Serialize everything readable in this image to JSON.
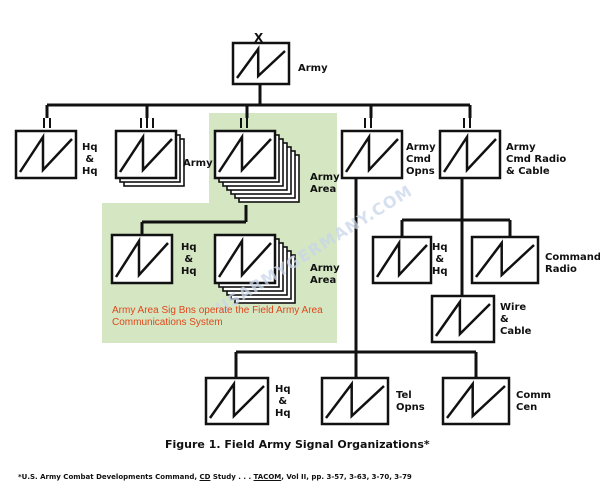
{
  "top_marker": "X",
  "nodes": {
    "army": "Army",
    "hq_hq_1": "Hq\n&\nHq",
    "army_2": "Army",
    "army_area": "Army\nArea",
    "army_cmd_opns": "Army\nCmd\nOpns",
    "army_cmd_radio": "Army\nCmd Radio\n& Cable",
    "hq_hq_2": "Hq\n&\nHq",
    "army_area_2": "Army\nArea",
    "hq_hq_3": "Hq\n&\nHq",
    "command_radio": "Command\nRadio",
    "wire_cable": "Wire\n&\nCable",
    "hq_hq_4": "Hq\n&\nHq",
    "tel_opns": "Tel\nOpns",
    "comm_cen": "Comm\nCen"
  },
  "annotation": "Army Area Sig Bns operate the Field Army Area Communications System",
  "caption": "Figure 1.  Field Army Signal Organizations*",
  "footnote": {
    "prefix": "*U.S. Army Combat Developments Command, ",
    "cd": "CD",
    "study": " Study . . . ",
    "tacom": "TACOM",
    "suffix": ", Vol II, pp. 3-57, 3-63, 3-70, 3-79"
  },
  "watermark": "USARMYGERMANY.COM",
  "colors": {
    "highlight": "#d4e6c2",
    "annotation": "#e0471a",
    "line": "#111111"
  }
}
